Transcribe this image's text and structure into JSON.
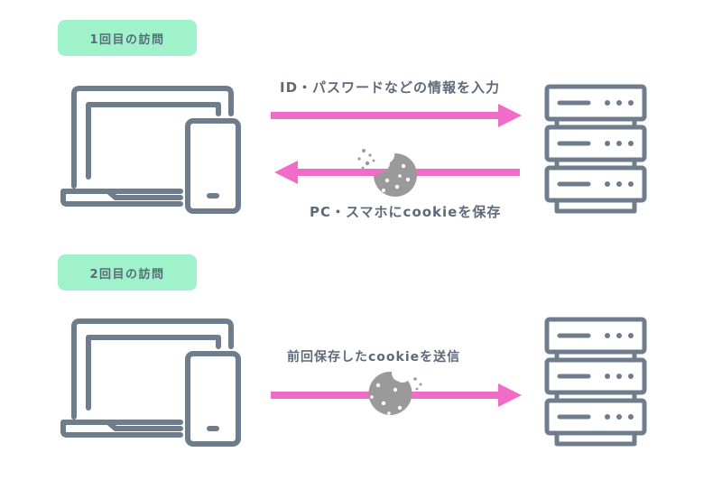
{
  "sections": [
    {
      "badge": "1回目の訪問",
      "request_label": "ID・パスワードなどの情報を入力",
      "response_label": "PC・スマホにcookieを保存"
    },
    {
      "badge": "2回目の訪問",
      "request_label": "前回保存したcookieを送信"
    }
  ],
  "colors": {
    "badge_bg": "#9ff2c9",
    "icon_stroke": "#6e7c8c",
    "arrow": "#ef6cc8",
    "cookie": "#9a9a9a",
    "text": "#5c6a7a"
  }
}
